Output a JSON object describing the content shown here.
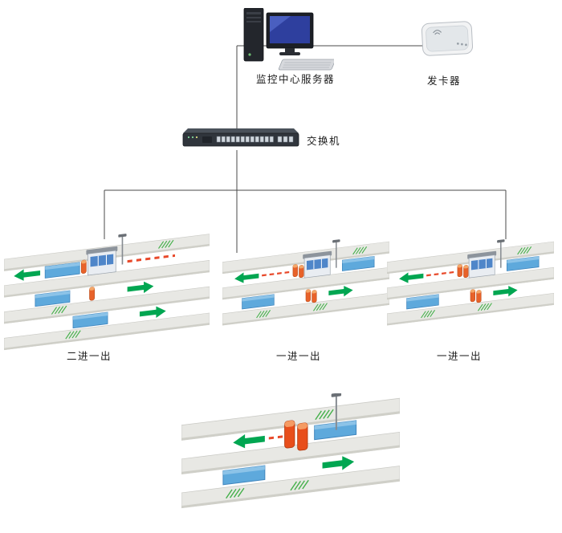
{
  "nodes": {
    "server": {
      "label": "监控中心服务器"
    },
    "card_issuer": {
      "label": "发卡器"
    },
    "switch": {
      "label": "交换机"
    }
  },
  "stations": [
    {
      "label": "二进一出",
      "type": "two-in-one-out"
    },
    {
      "label": "一进一出",
      "type": "one-in-one-out"
    },
    {
      "label": "一进一出",
      "type": "one-in-one-out"
    },
    {
      "label": "",
      "type": "one-in-one-out-large"
    }
  ],
  "colors": {
    "wire": "#4a4a4a",
    "road": "#e8e8e4",
    "road_edge": "#cfcfc8",
    "sensor_pad": "#5ea9dc",
    "arrow_green": "#00a651",
    "hatch_green": "#44b04a",
    "barrier_post_orange": "#e8622a",
    "barrier_dash_red": "#e8492a",
    "monitor_screen_blue": "#2e3f9e",
    "booth_window_blue": "#4f86c9"
  },
  "icons": {
    "server": "server-tower-monitor-keyboard",
    "card_issuer": "card-dispenser-reader",
    "switch": "network-switch"
  }
}
